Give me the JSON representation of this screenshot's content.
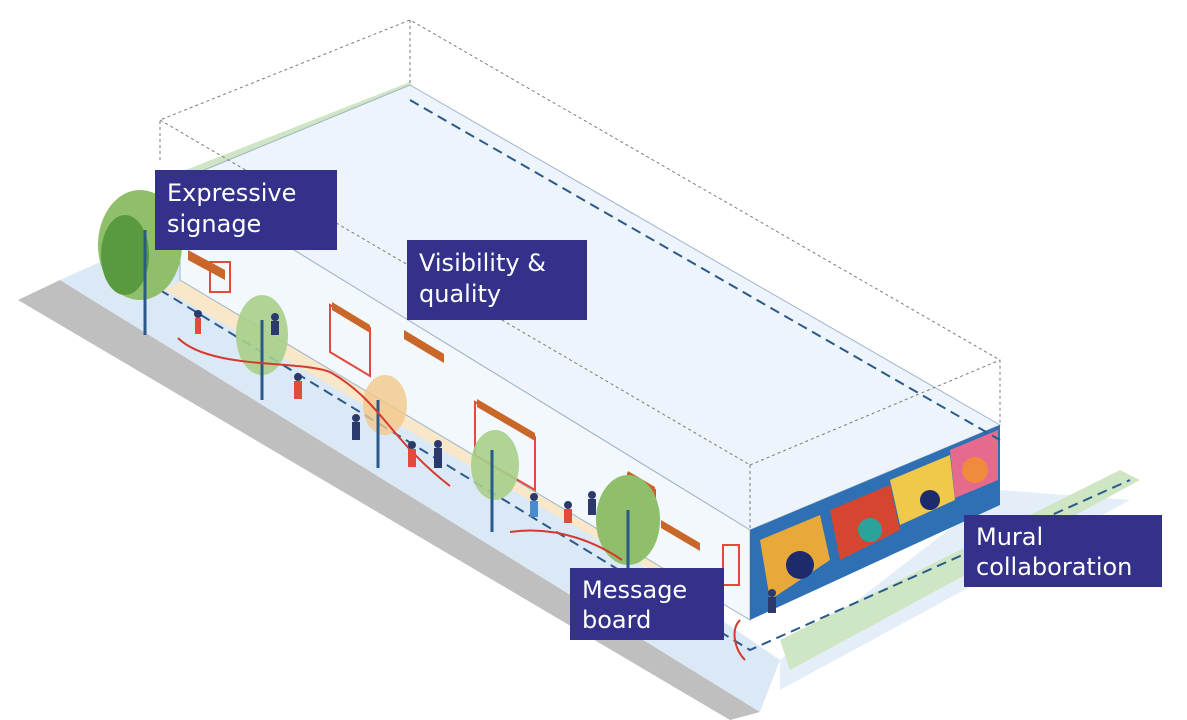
{
  "labels": {
    "expressive_signage": "Expressive\nsignage",
    "visibility_quality": "Visibility &\nquality",
    "message_board": "Message\nboard",
    "mural_collaboration": "Mural\ncollaboration"
  },
  "colors": {
    "label_bg": "#333189",
    "roof": "#edf4fb",
    "facade": "#f3f8fd",
    "sidewalk": "#dbe8f5",
    "street": "#bfbfbf",
    "storefront_frame": "#e24a3b",
    "awning": "#c9662a",
    "tree_light": "#8fbf6a",
    "tree_dark": "#5a9a3e",
    "trunk": "#2a5a8a",
    "path_line": "#d63a2e",
    "green_edge": "#cfe6c4",
    "walkway": "#f8e7c8"
  }
}
